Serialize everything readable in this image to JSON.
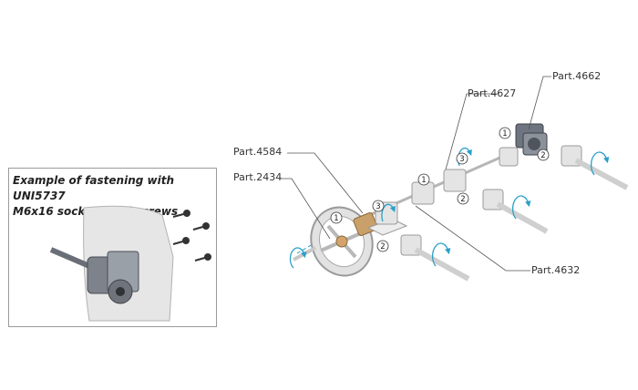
{
  "inset": {
    "title_line1": "Example of fastening with UNI5737",
    "title_line2": "M6x16 socket head screws"
  },
  "parts": {
    "p4662": "Part.4662",
    "p4627": "Part.4627",
    "p4584": "Part.4584",
    "p2434": "Part.2434",
    "p4632": "Part.4632"
  },
  "numbers": {
    "one": "1",
    "two": "2",
    "three": "3"
  },
  "colors": {
    "arrow": "#2aa0c8",
    "body": "#d6d6d6",
    "edge": "#8a8a8a",
    "bronze": "#c9a06a",
    "dark": "#5c6068"
  }
}
